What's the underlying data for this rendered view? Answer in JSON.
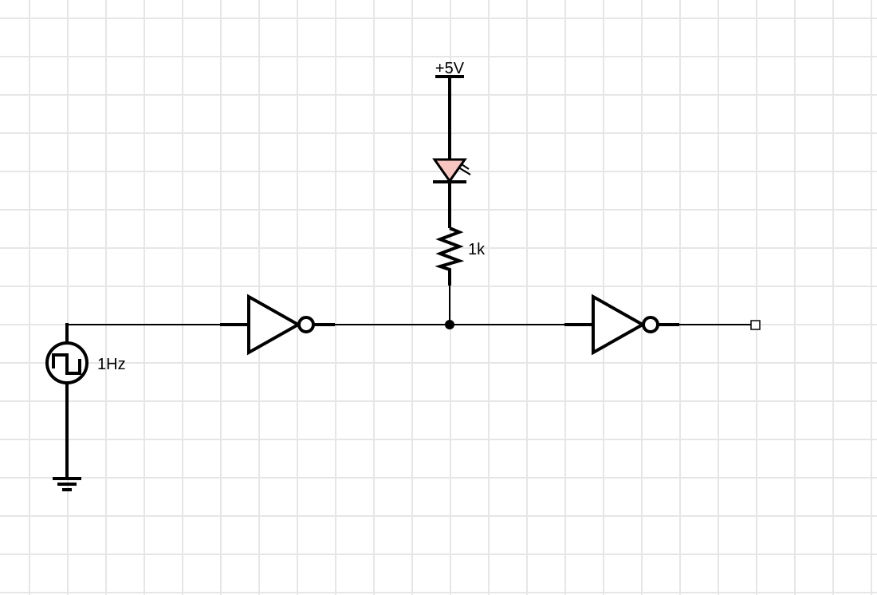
{
  "circuit": {
    "source_label": "1Hz",
    "supply_label": "+5V",
    "resistor_label": "1k",
    "led_color": "#f8c5c0",
    "wire_color": "#000000",
    "grid_color": "#e6e6e6"
  }
}
